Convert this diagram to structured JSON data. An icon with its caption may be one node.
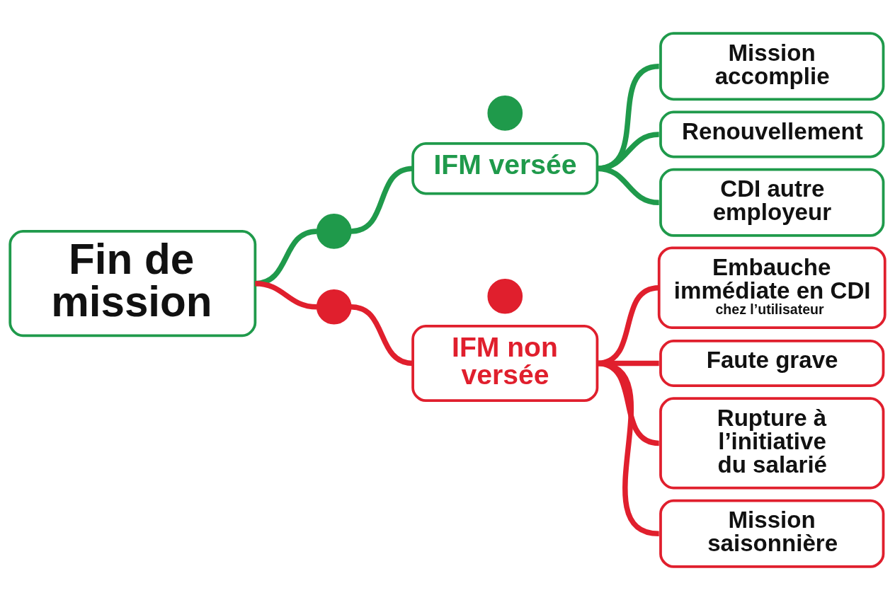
{
  "diagram": {
    "nodes": [
      {
        "text": [
          "Fin de mission"
        ]
      },
      {
        "text": [],
        "shape": "circle"
      },
      {
        "text": [
          "IFM versée"
        ]
      },
      {
        "text": [],
        "shape": "circle"
      },
      {
        "text": [
          "Mission accomplie"
        ]
      },
      {
        "text": [
          "Renouvellement"
        ]
      },
      {
        "text": [
          "CDI autre employeur"
        ]
      },
      {
        "text": [],
        "shape": "circle"
      },
      {
        "text": [
          "IFM non versée"
        ]
      },
      {
        "text": [],
        "shape": "circle"
      },
      {
        "text": [
          "Embauche immédiate en CDI",
          "chez l’utilisateur"
        ]
      },
      {
        "text": [
          "Faute grave"
        ]
      },
      {
        "text": [
          "Rupture à l’initiative du salarié"
        ]
      },
      {
        "text": [
          "Mission saisonnière"
        ]
      }
    ],
    "edges": [
      {
        "from": 0,
        "to": 1,
        "arrow": "none",
        "color": "#1f9a4b"
      },
      {
        "from": 1,
        "to": 2,
        "arrow": "none",
        "color": "#1f9a4b"
      },
      {
        "from": 2,
        "to": 4,
        "arrow": "none",
        "color": "#1f9a4b"
      },
      {
        "from": 2,
        "to": 5,
        "arrow": "none",
        "color": "#1f9a4b"
      },
      {
        "from": 2,
        "to": 6,
        "arrow": "none",
        "color": "#1f9a4b"
      },
      {
        "from": 0,
        "to": 7,
        "arrow": "none"
      },
      {
        "from": 7,
        "to": 8,
        "arrow": "none"
      },
      {
        "from": 8,
        "to": 10,
        "arrow": "none"
      },
      {
        "from": 8,
        "to": 11,
        "arrow": "none"
      },
      {
        "from": 8,
        "to": 12,
        "arrow": "none"
      },
      {
        "from": 8,
        "to": 13,
        "arrow": "none"
      }
    ]
  }
}
